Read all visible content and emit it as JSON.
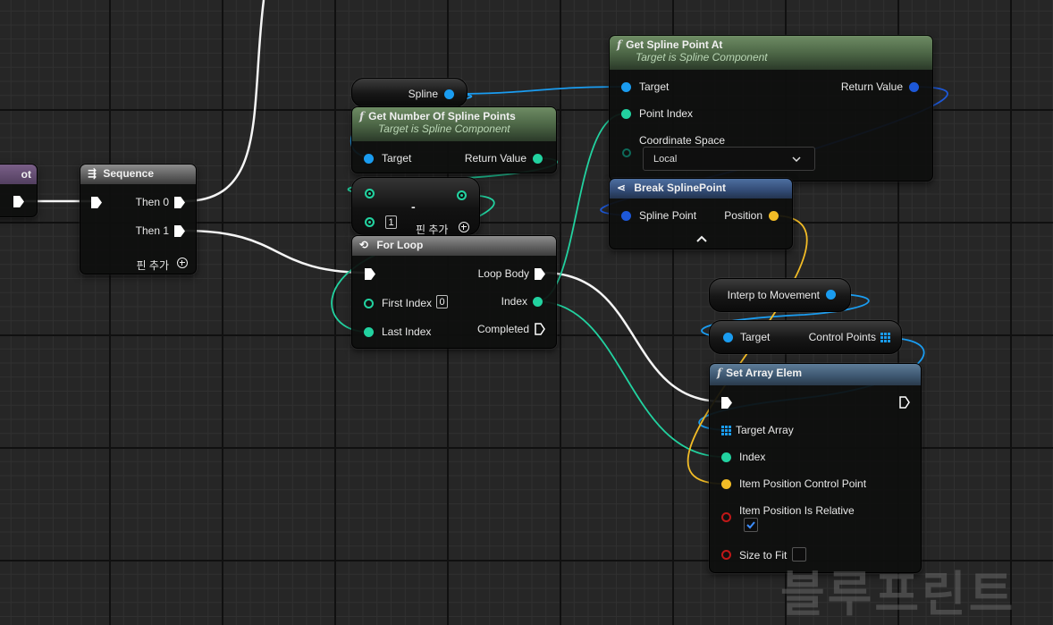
{
  "partial_node": {
    "label": "ot"
  },
  "sequence": {
    "title": "Sequence",
    "then0": "Then 0",
    "then1": "Then 1",
    "add_pin": "핀 추가"
  },
  "spline_var": {
    "label": "Spline"
  },
  "get_number": {
    "title": "Get Number Of Spline Points",
    "subtitle": "Target is Spline Component",
    "target": "Target",
    "return_value": "Return Value"
  },
  "subtract": {
    "symbol": "-",
    "value": "1",
    "add_pin": "핀 추가"
  },
  "for_loop": {
    "title": "For Loop",
    "loop_body": "Loop Body",
    "first_index": "First Index",
    "first_index_value": "0",
    "index": "Index",
    "last_index": "Last Index",
    "completed": "Completed"
  },
  "get_spline_point": {
    "title": "Get Spline Point At",
    "subtitle": "Target is Spline Component",
    "target": "Target",
    "return_value": "Return Value",
    "point_index": "Point Index",
    "coordinate_space": "Coordinate Space",
    "coordinate_value": "Local"
  },
  "break_spline": {
    "title": "Break SplinePoint",
    "spline_point": "Spline Point",
    "position": "Position"
  },
  "interp_var": {
    "label": "Interp to Movement"
  },
  "control_points": {
    "target": "Target",
    "label": "Control Points"
  },
  "set_array": {
    "title": "Set Array Elem",
    "target_array": "Target Array",
    "index": "Index",
    "item": "Item Position Control Point",
    "relative": "Item Position Is Relative",
    "size_to_fit": "Size to Fit"
  },
  "watermark": {
    "text": "블루프린트"
  },
  "colors": {
    "exec": "#ffffff",
    "object": "#1a9cf0",
    "struct": "#1d58d8",
    "integer": "#22d2a0",
    "vector": "#f2bc26",
    "bool": "#c01818"
  }
}
